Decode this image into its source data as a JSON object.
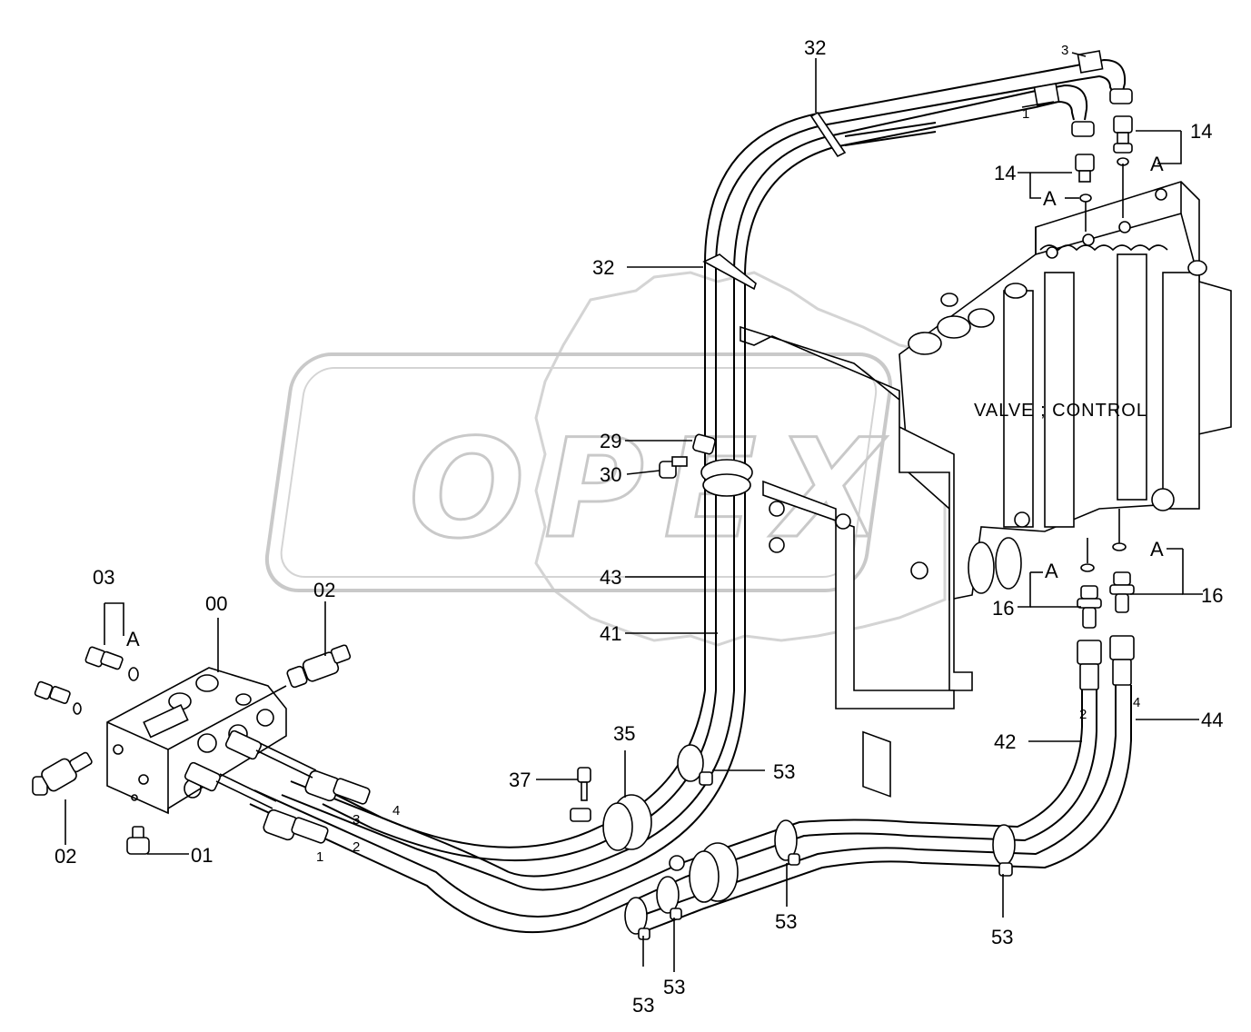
{
  "watermark": {
    "text": "OPEX",
    "color": "#c9c9c9"
  },
  "title": "VALVE ; CONTROL",
  "callouts": {
    "c32a": "32",
    "c32b": "32",
    "c14a": "14",
    "c14b": "14",
    "c29": "29",
    "c30": "30",
    "c43": "43",
    "c41": "41",
    "c16a": "16",
    "c16b": "16",
    "c03": "03",
    "c00": "00",
    "c02a": "02",
    "c02b": "02",
    "c01": "01",
    "c35": "35",
    "c37": "37",
    "c53a": "53",
    "c53b": "53",
    "c53c": "53",
    "c53d": "53",
    "c53e": "53",
    "c42": "42",
    "c44": "44"
  },
  "port_marks": {
    "pA1": "A",
    "pA2": "A",
    "pA3": "A",
    "pA4": "A",
    "pA5": "A"
  },
  "hose_numbers": {
    "h1top": "1",
    "h3top": "3",
    "h2right": "2",
    "h4right": "4",
    "h3left": "3",
    "h4left": "4",
    "h2left": "2",
    "h1left": "1"
  }
}
